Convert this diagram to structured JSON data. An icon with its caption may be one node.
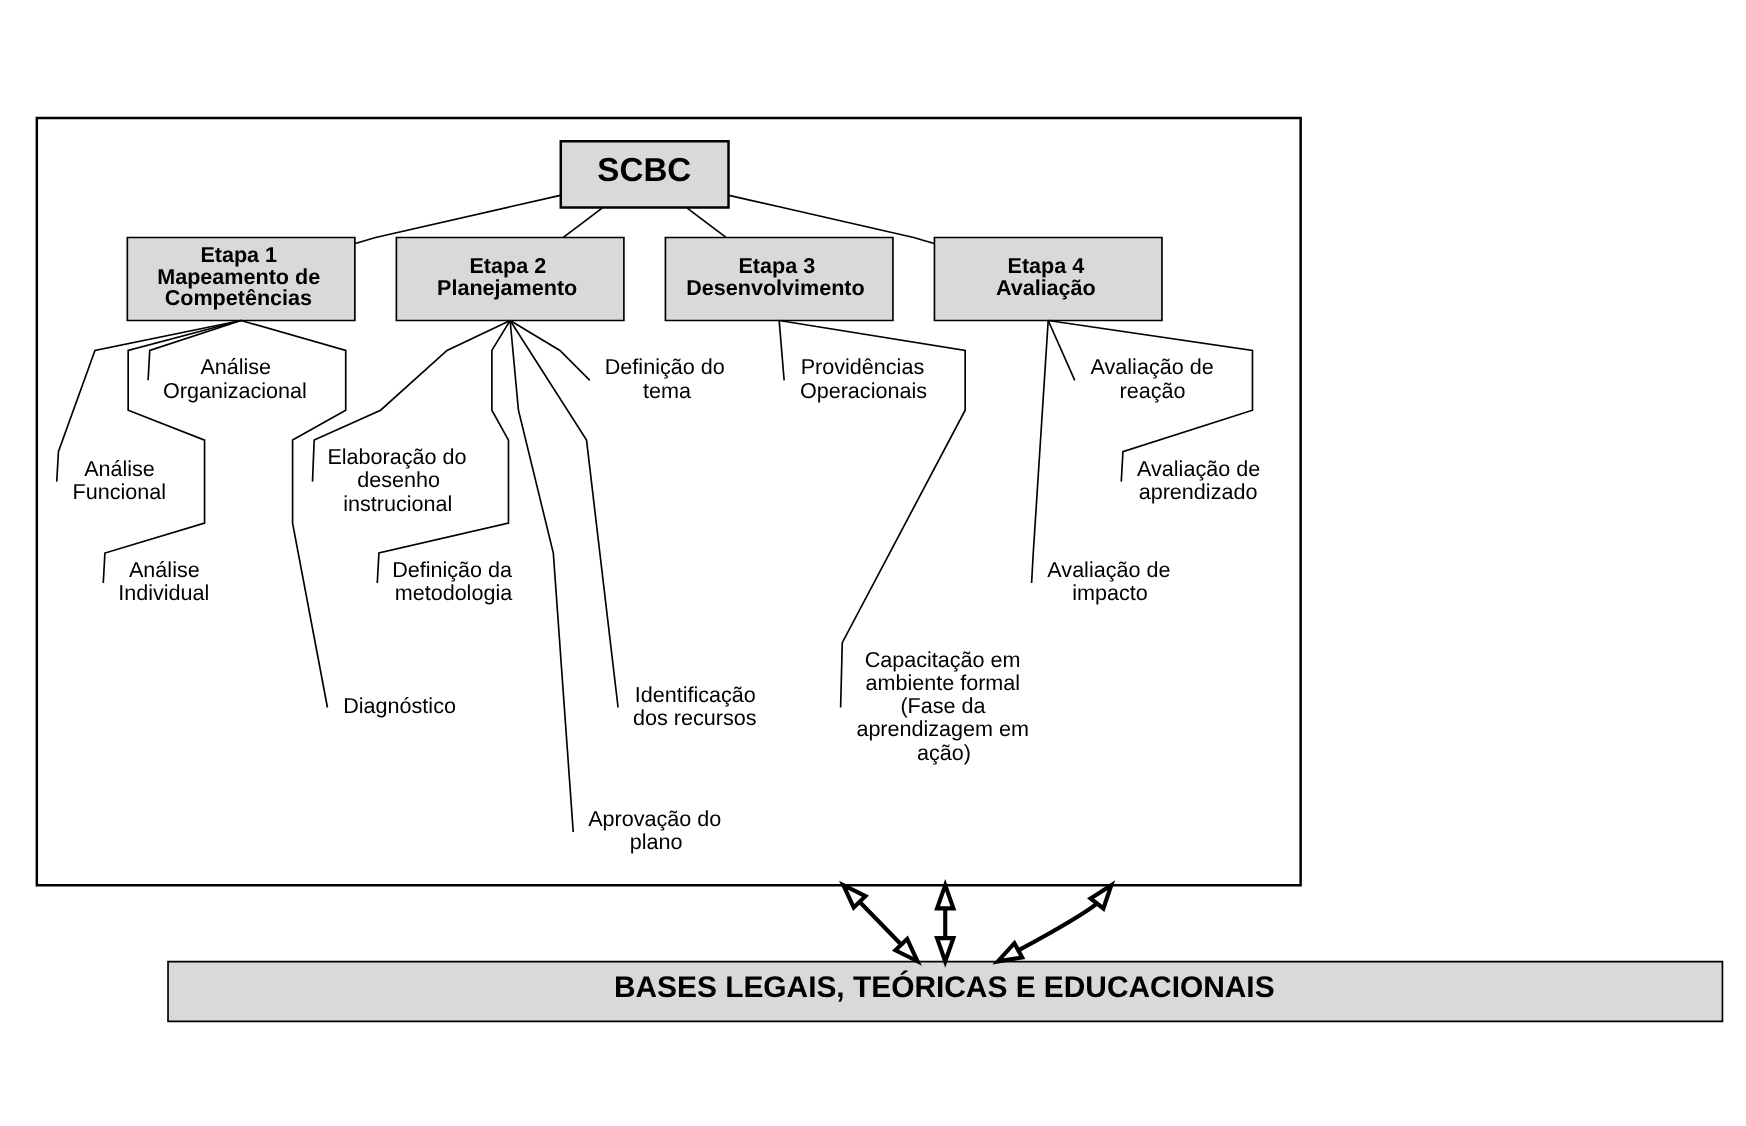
{
  "diagram": {
    "nodes": [
      {
        "text": [],
        "shape": "box"
      },
      {
        "text": [
          "SCBC"
        ],
        "in": 0
      },
      {
        "text": [
          "Etapa 1 Mapeamento de Competências"
        ],
        "in": 0
      },
      {
        "text": [
          "Etapa 2 Planejamento"
        ],
        "in": 0
      },
      {
        "text": [
          "Etapa 3 Desenvolvimento"
        ],
        "in": 0
      },
      {
        "text": [
          "Etapa 4 Avaliação"
        ],
        "in": 0
      },
      {
        "text": [
          "Análise Organizacional"
        ],
        "in": 0
      },
      {
        "text": [
          "Análise Funcional"
        ],
        "in": 0
      },
      {
        "text": [
          "Análise Individual"
        ],
        "in": 0
      },
      {
        "text": [
          "Diagnóstico"
        ],
        "in": 0
      },
      {
        "text": [
          "Definição do tema"
        ],
        "in": 0
      },
      {
        "text": [
          "Elaboração do desenho instrucional"
        ],
        "in": 0
      },
      {
        "text": [
          "Definição da metodologia"
        ],
        "in": 0
      },
      {
        "text": [
          "Identificação dos recursos"
        ],
        "in": 0
      },
      {
        "text": [
          "Aprovação do plano"
        ],
        "in": 0
      },
      {
        "text": [
          "Providências Operacionais"
        ],
        "in": 0
      },
      {
        "text": [
          "Capacitação em ambiente formal (Fase da aprendizagem em ação)"
        ],
        "in": 0
      },
      {
        "text": [
          "Avaliação de reação"
        ],
        "in": 0
      },
      {
        "text": [
          "Avaliação de aprendizado"
        ],
        "in": 0
      },
      {
        "text": [
          "Avaliação de impacto"
        ],
        "in": 0
      },
      {
        "text": [
          "BASES LEGAIS, TEÓRICAS E EDUCACIONAIS"
        ]
      }
    ],
    "edges": [
      {
        "from": 1,
        "to": 2,
        "arrow": "none"
      },
      {
        "from": 1,
        "to": 3,
        "arrow": "none"
      },
      {
        "from": 1,
        "to": 4,
        "arrow": "none"
      },
      {
        "from": 1,
        "to": 5,
        "arrow": "none"
      },
      {
        "from": 2,
        "to": 6,
        "arrow": "none"
      },
      {
        "from": 2,
        "to": 7,
        "arrow": "none"
      },
      {
        "from": 2,
        "to": 8,
        "arrow": "none"
      },
      {
        "from": 2,
        "to": 9,
        "arrow": "none"
      },
      {
        "from": 3,
        "to": 10,
        "arrow": "none"
      },
      {
        "from": 3,
        "to": 11,
        "arrow": "none"
      },
      {
        "from": 3,
        "to": 12,
        "arrow": "none"
      },
      {
        "from": 3,
        "to": 13,
        "arrow": "none"
      },
      {
        "from": 3,
        "to": 14,
        "arrow": "none"
      },
      {
        "from": 4,
        "to": 15,
        "arrow": "none"
      },
      {
        "from": 4,
        "to": 16,
        "arrow": "none"
      },
      {
        "from": 5,
        "to": 17,
        "arrow": "none"
      },
      {
        "from": 5,
        "to": 18,
        "arrow": "none"
      },
      {
        "from": 5,
        "to": 19,
        "arrow": "none"
      },
      {
        "from": 0,
        "to": 20,
        "arrow": "both"
      },
      {
        "from": 0,
        "to": 20,
        "arrow": "both"
      },
      {
        "from": 0,
        "to": 20,
        "arrow": "both"
      }
    ]
  }
}
